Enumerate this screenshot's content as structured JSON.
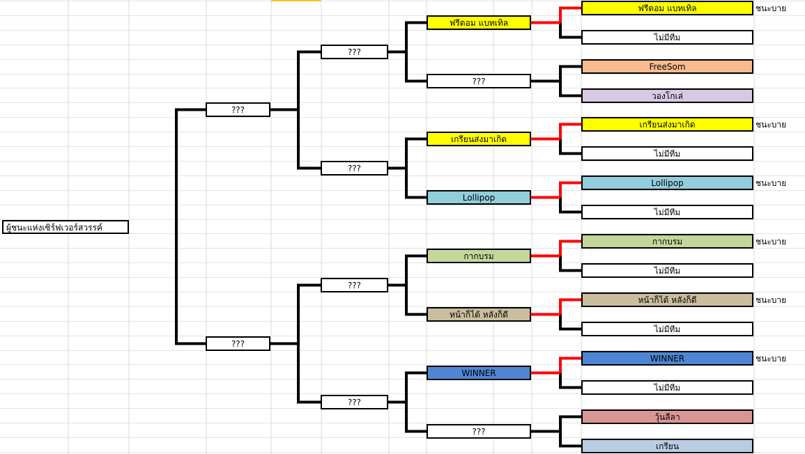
{
  "colors": {
    "yellow": "#ffff00",
    "orange": "#f7bb8f",
    "lavender": "#d8c8e3",
    "teal": "#92cddc",
    "green": "#c4d79b",
    "tan": "#c9bd9e",
    "blue": "#4f86d4",
    "rose": "#da9694",
    "steel": "#b8cce4",
    "win_line": "#ff0000",
    "line": "#000000",
    "white": "#ffffff"
  },
  "title": "ผู้ชนะแห่งเซิร์ฟเวอร์สวรรค์",
  "bye_label": "ชนะบาย",
  "round1": [
    {
      "label": "ฟรีดอม   แบทเทิล",
      "color": "yellow",
      "bye": true
    },
    {
      "label": "ไม่มีทีม",
      "color": "white",
      "bye": false
    },
    {
      "label": "FreeSom",
      "color": "orange",
      "bye": false
    },
    {
      "label": "วองโกเล่",
      "color": "lavender",
      "bye": false
    },
    {
      "label": "เกรียนส่งมาเกิด",
      "color": "yellow",
      "bye": true
    },
    {
      "label": "ไม่มีทีม",
      "color": "white",
      "bye": false
    },
    {
      "label": "Lollipop",
      "color": "teal",
      "bye": true
    },
    {
      "label": "ไม่มีทีม",
      "color": "white",
      "bye": false
    },
    {
      "label": "กากบรม",
      "color": "green",
      "bye": true
    },
    {
      "label": "ไม่มีทีม",
      "color": "white",
      "bye": false
    },
    {
      "label": "หน้าก็ได้   หลังก็ดี",
      "color": "tan",
      "bye": true
    },
    {
      "label": "ไม่มีทีม",
      "color": "white",
      "bye": false
    },
    {
      "label": "WINNER",
      "color": "blue",
      "bye": true
    },
    {
      "label": "ไม่มีทีม",
      "color": "white",
      "bye": false
    },
    {
      "label": "วุ้นลีลา",
      "color": "rose",
      "bye": false
    },
    {
      "label": "เกรียน",
      "color": "steel",
      "bye": false
    }
  ],
  "round2": [
    {
      "label": "ฟรีดอม   แบทเทิล",
      "color": "yellow"
    },
    {
      "label": "???",
      "color": "white"
    },
    {
      "label": "เกรียนส่งมาเกิด",
      "color": "yellow"
    },
    {
      "label": "Lollipop",
      "color": "teal"
    },
    {
      "label": "กากบรม",
      "color": "green"
    },
    {
      "label": "หน้าก็ได้   หลังก็ดี",
      "color": "tan"
    },
    {
      "label": "WINNER",
      "color": "blue"
    },
    {
      "label": "???",
      "color": "white"
    }
  ],
  "round3": [
    {
      "label": "???"
    },
    {
      "label": "???"
    },
    {
      "label": "???"
    },
    {
      "label": "???"
    }
  ],
  "round4": [
    {
      "label": "???"
    },
    {
      "label": "???"
    }
  ]
}
